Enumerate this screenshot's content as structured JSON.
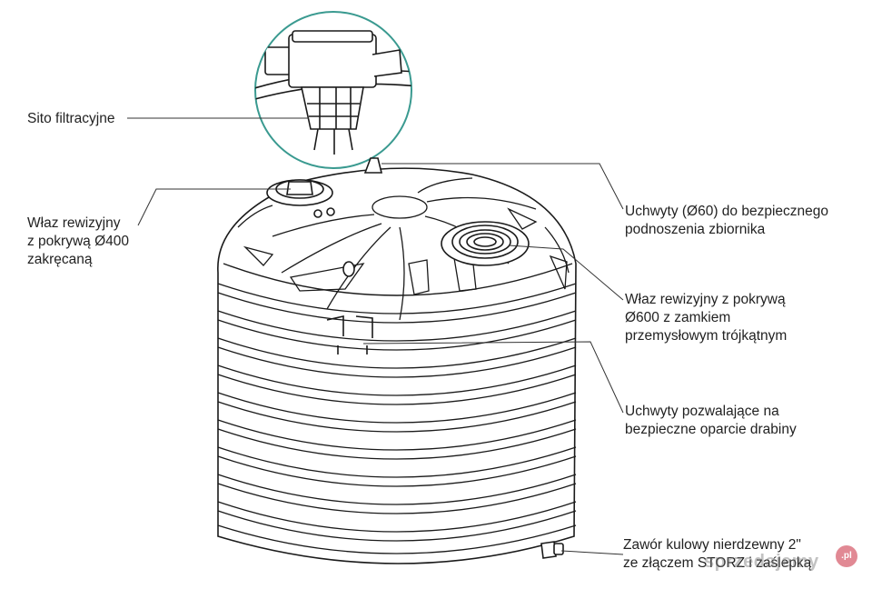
{
  "labels": {
    "sieve": "Sito filtracyjne",
    "manhole_small": [
      "Właz rewizyjny",
      "z pokrywą Ø400",
      "zakręcaną"
    ],
    "handles": [
      "Uchwyty (Ø60) do bezpiecznego",
      "podnoszenia zbiornika"
    ],
    "manhole_large": [
      "Właz rewizyjny z pokrywą",
      "Ø600 z zamkiem",
      "przemysłowym trójkątnym"
    ],
    "ladder": [
      "Uchwyty pozwalające na",
      "bezpieczne oparcie drabiny"
    ],
    "valve": [
      "Zawór kulowy nierdzewny 2\"",
      "ze złączem STORZ i zaślepką"
    ]
  },
  "watermark": {
    "text": "sprzedajemy",
    "badge": ".pl"
  },
  "colors": {
    "line": "#1a1a1a",
    "detail_circle": "#3a9a90",
    "leader": "#333333"
  }
}
